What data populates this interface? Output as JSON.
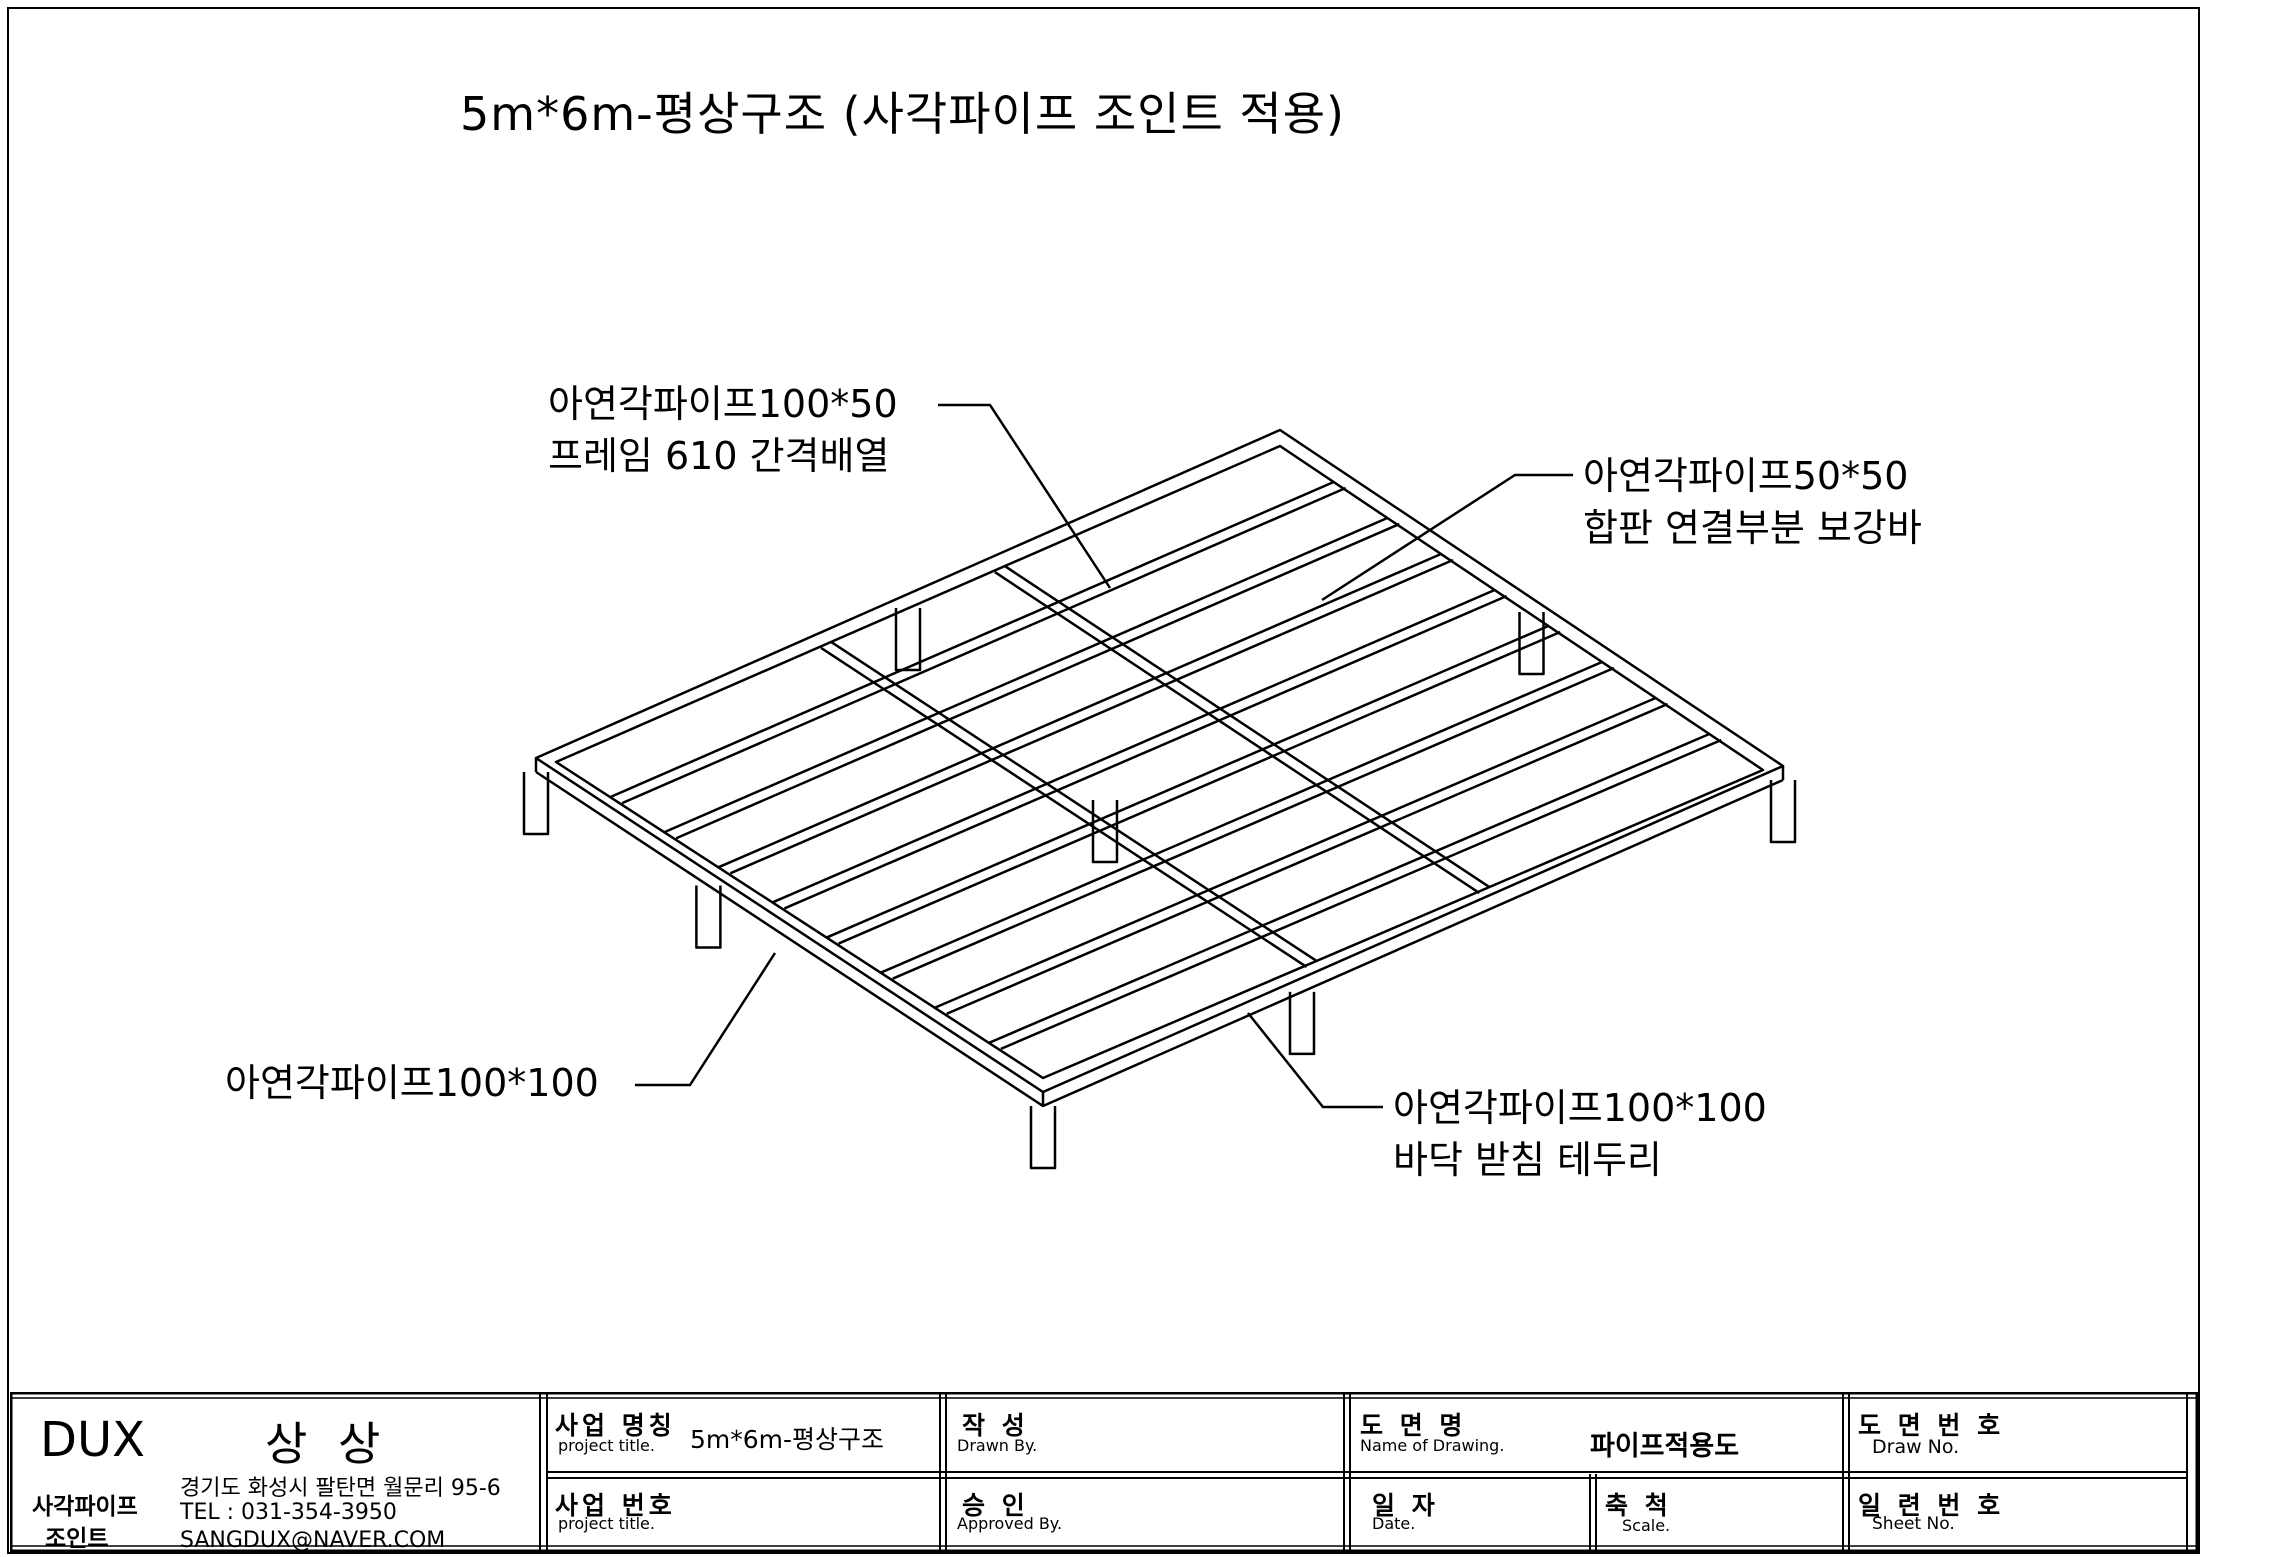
{
  "drawing": {
    "title": "5m*6m-평상구조  (사각파이프 조인트 적용)",
    "labels": {
      "frame_line1": "아연각파이프100*50",
      "frame_line2": "프레임 610 간격배열",
      "reinforce_line1": "아연각파이프50*50",
      "reinforce_line2": "합판 연결부분 보강바",
      "leg_line1": "아연각파이프100*100",
      "border_line1": "아연각파이프100*100",
      "border_line2": "바닥 받침 테두리"
    }
  },
  "title_block": {
    "company": "DUX",
    "company_kr": "상 상",
    "product_line1": "사각파이프",
    "product_line2": "조인트",
    "address": "경기도 화성시 팔탄면 월문리 95-6",
    "tel": "TEL : 031-354-3950",
    "email": "SANGDUX@NAVER.COM",
    "project_name_kr": "사업 명칭",
    "project_name_en": "project title.",
    "project_name_value": "5m*6m-평상구조",
    "project_no_kr": "사업 번호",
    "project_no_en": "project title.",
    "drawn_kr": "작     성",
    "drawn_en": "Drawn By.",
    "approved_kr": "승     인",
    "approved_en": "Approved By.",
    "drawing_name_kr": "도  면  명",
    "drawing_name_en": "Name of Drawing.",
    "drawing_name_value": "파이프적용도",
    "date_kr": "일  자",
    "date_en": "Date.",
    "scale_kr": "축  척",
    "scale_en": "Scale.",
    "draw_no_kr": "도 면 번 호",
    "draw_no_en": "Draw No.",
    "sheet_no_kr": "일 련 번 호",
    "sheet_no_en": "Sheet No."
  }
}
